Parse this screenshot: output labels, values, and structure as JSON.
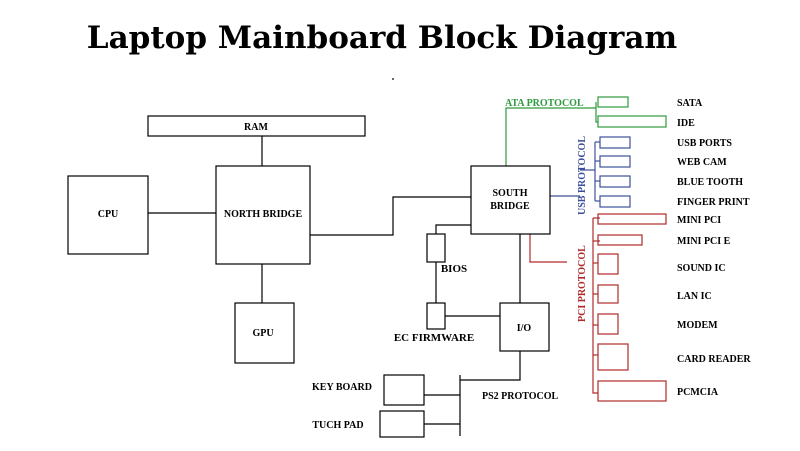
{
  "title": "Laptop Mainboard Block Diagram",
  "colors": {
    "ata": "#2e9a3e",
    "usb": "#3d4f9a",
    "pci": "#b02a2a"
  },
  "blocks": {
    "ram": "RAM",
    "cpu": "CPU",
    "north_bridge": "NORTH BRIDGE",
    "gpu": "GPU",
    "south_bridge_line1": "SOUTH",
    "south_bridge_line2": "BRIDGE",
    "bios": "BIOS",
    "ec_firmware": "EC FIRMWARE",
    "io": "I/O",
    "keyboard": "KEY BOARD",
    "touchpad": "TUCH PAD"
  },
  "protocols": {
    "ata": "ATA PROTOCOL",
    "usb": "USB PROTOCOL",
    "pci": "PCI PROTOCOL",
    "ps2": "PS2 PROTOCOL"
  },
  "ata_devices": [
    "SATA",
    "IDE"
  ],
  "usb_devices": [
    "USB PORTS",
    "WEB CAM",
    "BLUE TOOTH",
    "FINGER PRINT"
  ],
  "pci_devices": [
    "MINI PCI",
    "MINI PCI E",
    "SOUND IC",
    "LAN IC",
    "MODEM",
    "CARD READER",
    "PCMCIA"
  ]
}
